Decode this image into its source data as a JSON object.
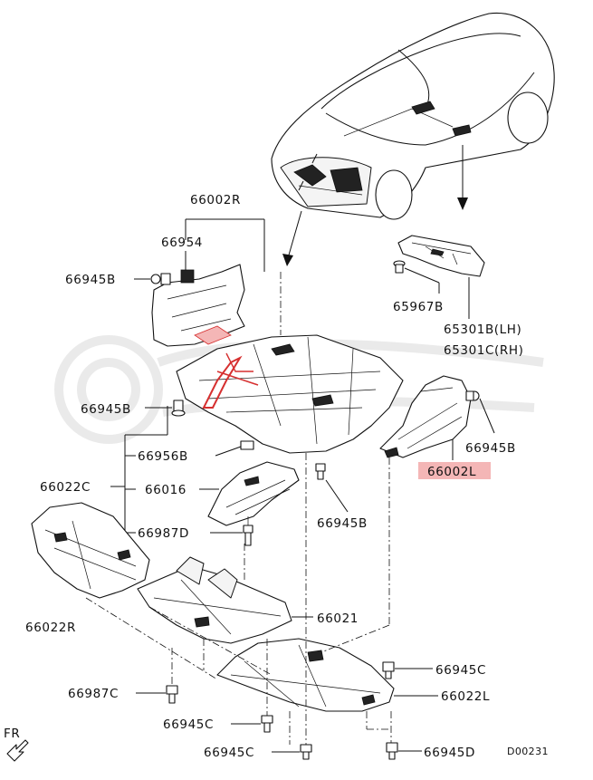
{
  "diagram": {
    "labels": {
      "p66002R": "66002R",
      "p66954": "66954",
      "p66945B_a": "66945B",
      "p66945B_b": "66945B",
      "p66945B_c": "66945B",
      "p66945B_d": "66945B",
      "p66956B": "66956B",
      "p66022C": "66022C",
      "p66016": "66016",
      "p66987D": "66987D",
      "p66022R": "66022R",
      "p66021": "66021",
      "p66945C_a": "66945C",
      "p66945C_b": "66945C",
      "p66945C_c": "66945C",
      "p66987C": "66987C",
      "p66022L": "66022L",
      "p66945D": "66945D",
      "p65967B": "65967B",
      "p65301B": "65301B(LH)",
      "p65301C": "65301C(RH)",
      "p66002L": "66002L",
      "fr": "FR",
      "code": "D00231"
    },
    "highlight_color": "#f4b6b6",
    "accent_red": "#d62f2f"
  }
}
